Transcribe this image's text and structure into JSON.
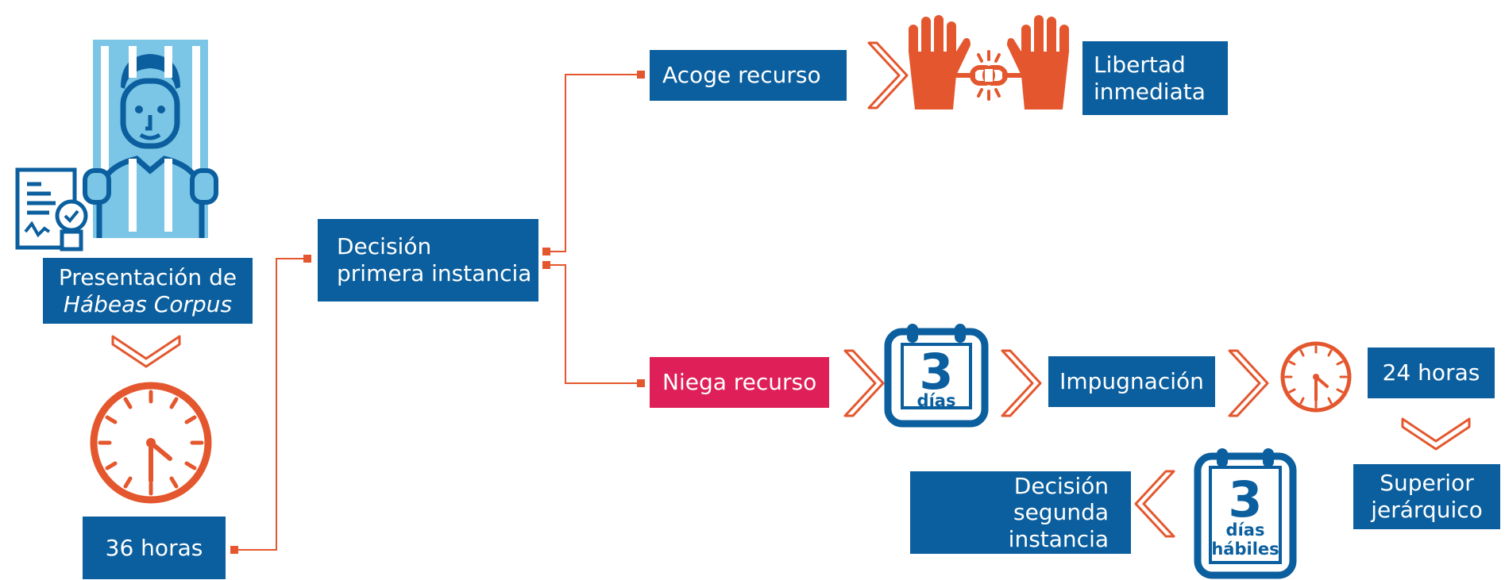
{
  "colors": {
    "box_blue": "#0b5f9e",
    "box_red": "#df1f57",
    "accent_orange": "#e4572e",
    "icon_light_blue": "#7bc6e6"
  },
  "nodes": {
    "presentacion": {
      "line1": "Presentación de",
      "line2": "Hábeas Corpus"
    },
    "horas36": {
      "label": "36 horas"
    },
    "decision1": {
      "line1": "Decisión",
      "line2": "primera instancia"
    },
    "acoge": {
      "label": "Acoge recurso"
    },
    "libertad": {
      "line1": "Libertad",
      "line2": "inmediata"
    },
    "niega": {
      "label": "Niega recurso"
    },
    "impugnacion": {
      "label": "Impugnación"
    },
    "horas24": {
      "label": "24 horas"
    },
    "superior": {
      "line1": "Superior",
      "line2": "jerárquico"
    },
    "decision2": {
      "line1": "Decisión",
      "line2": "segunda instancia"
    }
  },
  "calendars": {
    "dias3": {
      "number": "3",
      "word": "días"
    },
    "dias3_habiles": {
      "number": "3",
      "word1": "días",
      "word2": "hábiles"
    }
  },
  "icons": [
    "prisoner-icon",
    "certificate-icon",
    "clock-icon",
    "broken-chain-hands-icon",
    "calendar-icon",
    "chevron-icon"
  ]
}
